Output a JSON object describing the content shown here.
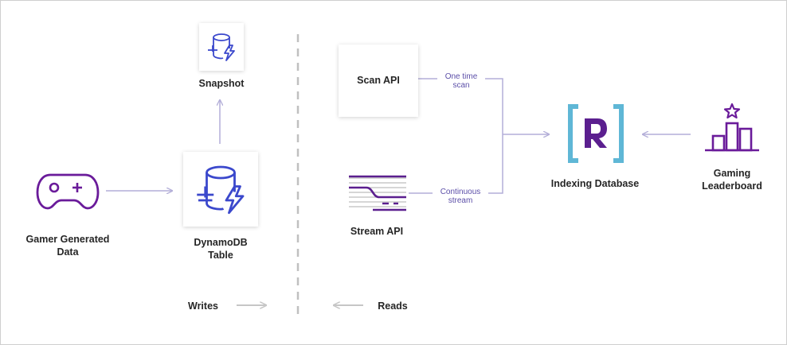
{
  "nodes": {
    "gamer": {
      "label_line1": "Gamer Generated",
      "label_line2": "Data"
    },
    "dynamodb": {
      "label_line1": "DynamoDB",
      "label_line2": "Table"
    },
    "snapshot": {
      "label": "Snapshot"
    },
    "scan_api": {
      "label": "Scan API"
    },
    "stream_api": {
      "label": "Stream API"
    },
    "indexing_db": {
      "label": "Indexing Database"
    },
    "leaderboard": {
      "label_line1": "Gaming",
      "label_line2": "Leaderboard"
    }
  },
  "edges": {
    "one_time_scan": {
      "line1": "One time",
      "line2": "scan"
    },
    "continuous_stream": {
      "line1": "Continuous",
      "line2": "stream"
    }
  },
  "legend": {
    "writes": "Writes",
    "reads": "Reads"
  },
  "colors": {
    "purple": "#6a1b9a",
    "aws_blue": "#3b48cc",
    "rockset_cyan": "#5fb7d6",
    "rockset_purple": "#5b1f8f",
    "connector": "#b3aed8",
    "divider": "#c0c0c0",
    "arrow_gray": "#c6c6c6"
  },
  "icons": [
    "gamepad-icon",
    "dynamodb-icon",
    "snapshot-dynamodb-icon",
    "stream-lines-icon",
    "rockset-logo-icon",
    "leaderboard-icon"
  ]
}
